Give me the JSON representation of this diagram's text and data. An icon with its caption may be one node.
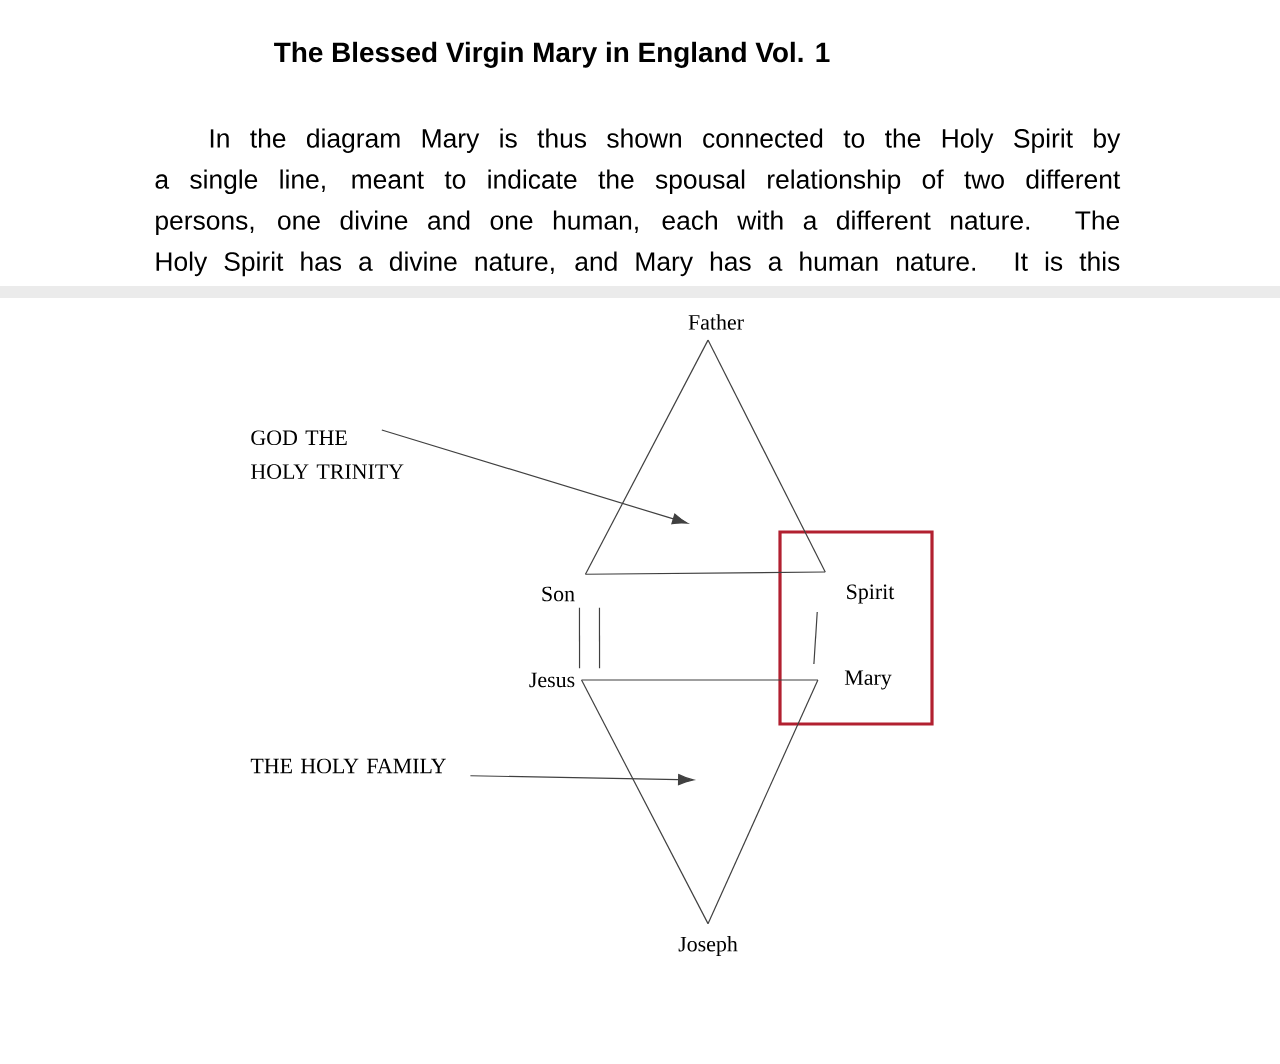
{
  "diagram": {
    "title": "The Blessed Virgin Mary in England Vol. 1",
    "nodes": [
      {
        "text": [
          "Father"
        ]
      },
      {
        "text": [
          "GOD THE HOLY TRINITY"
        ]
      },
      {
        "text": [],
        "shape": "box"
      },
      {
        "text": [
          "Son"
        ]
      },
      {
        "text": [
          "Spirit"
        ],
        "in": 2
      },
      {
        "text": [
          "Jesus"
        ]
      },
      {
        "text": [
          "Mary"
        ],
        "in": 2
      },
      {
        "text": [
          "THE HOLY FAMILY"
        ]
      },
      {
        "text": [
          "Joseph"
        ]
      }
    ],
    "edges": [
      {
        "from": 0,
        "to": 3,
        "arrow": "none"
      },
      {
        "from": 0,
        "to": 4,
        "arrow": "none"
      },
      {
        "from": 3,
        "to": 4,
        "arrow": "none"
      },
      {
        "from": 3,
        "to": 5,
        "arrow": "none"
      },
      {
        "from": 3,
        "to": 5,
        "arrow": "none"
      },
      {
        "from": 4,
        "to": 6,
        "arrow": "none"
      },
      {
        "from": 5,
        "to": 6,
        "arrow": "none"
      },
      {
        "from": 5,
        "to": 8,
        "arrow": "none"
      },
      {
        "from": 6,
        "to": 8,
        "arrow": "none"
      },
      {
        "from": 1,
        "to": null,
        "arrow": "to"
      },
      {
        "from": 7,
        "to": null,
        "arrow": "to"
      }
    ],
    "labels": [
      "In the diagram Mary is thus shown connected to the Holy Spirit by a single line, meant to indicate the spousal relationship of two different persons, one divine and one human, each with a different nature. The Holy Spirit has a divine nature, and Mary has a human nature. It is this"
    ]
  }
}
